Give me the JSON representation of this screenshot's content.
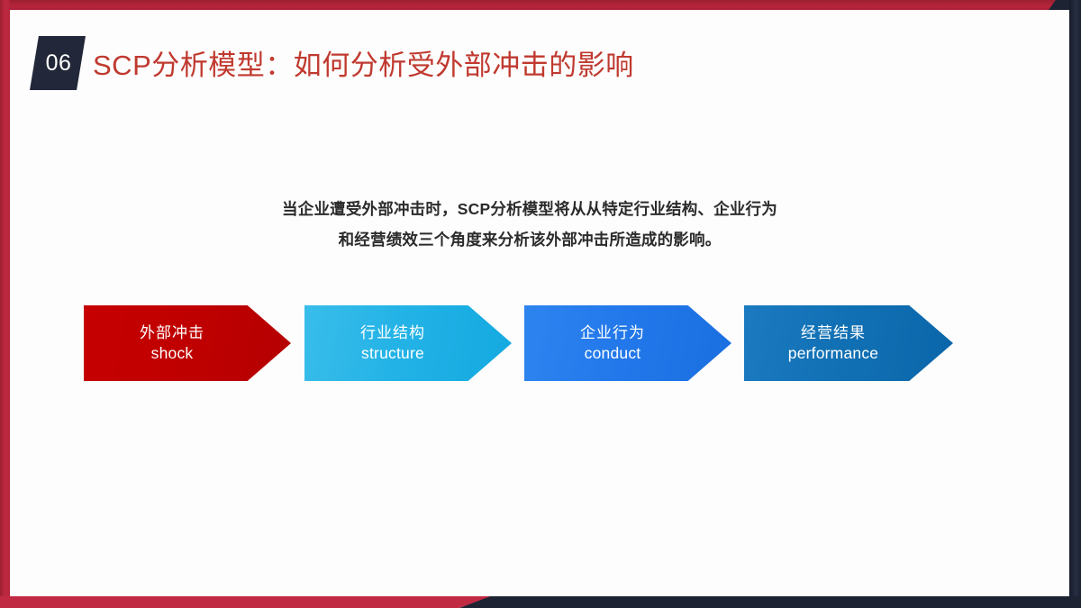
{
  "slide": {
    "number_badge": "06",
    "title": "SCP分析模型：如何分析受外部冲击的影响",
    "lead_line1": "当企业遭受外部冲击时，SCP分析模型将从从特定行业结构、企业行为",
    "lead_line2": "和经营绩效三个角度来分析该外部冲击所造成的影响。"
  },
  "colors": {
    "accent_red": "#c02a42",
    "title_red": "#c0392f",
    "badge_navy": "#222839",
    "frame_navy": "#1d2333",
    "chevron_red": "#c00000",
    "chevron_cyan": "#22b2e6",
    "chevron_blue": "#2278ea",
    "chevron_deep_blue": "#1170b4"
  },
  "flow": {
    "steps": [
      {
        "cn": "外部冲击",
        "en": "shock",
        "color": "#c00000"
      },
      {
        "cn": "行业结构",
        "en": "structure",
        "color": "#22b2e6"
      },
      {
        "cn": "企业行为",
        "en": "conduct",
        "color": "#2278ea"
      },
      {
        "cn": "经营结果",
        "en": "performance",
        "color": "#1170b4"
      }
    ]
  }
}
